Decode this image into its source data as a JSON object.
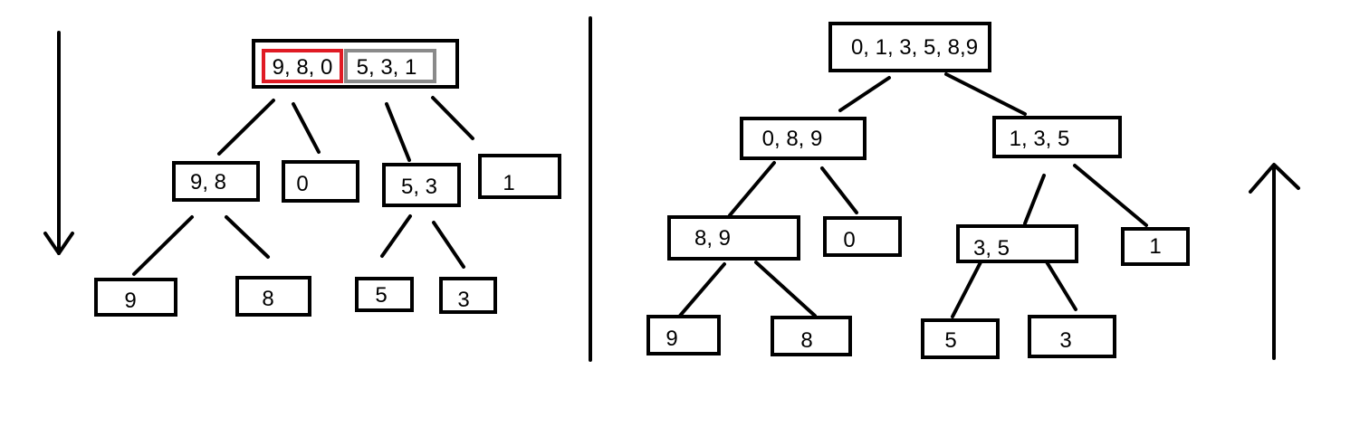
{
  "colors": {
    "ink": "#000000",
    "highlight_red": "#e01b24",
    "highlight_gray": "#8a8a8a",
    "background": "#ffffff"
  },
  "split_tree": {
    "root_left_half": "9, 8, 0",
    "root_right_half": "5, 3, 1",
    "level1": [
      "9, 8",
      "0",
      "5, 3",
      "1"
    ],
    "level2": [
      "9",
      "8",
      "5",
      "3"
    ]
  },
  "merge_tree": {
    "root": "0, 1, 3, 5, 8,9",
    "level1": [
      "0, 8, 9",
      "1, 3, 5"
    ],
    "level2": [
      "8, 9",
      "0",
      "3, 5",
      "1"
    ],
    "level3": [
      "9",
      "8",
      "5",
      "3"
    ]
  },
  "icons": {
    "left": "arrow-down-icon",
    "right": "arrow-up-icon"
  }
}
